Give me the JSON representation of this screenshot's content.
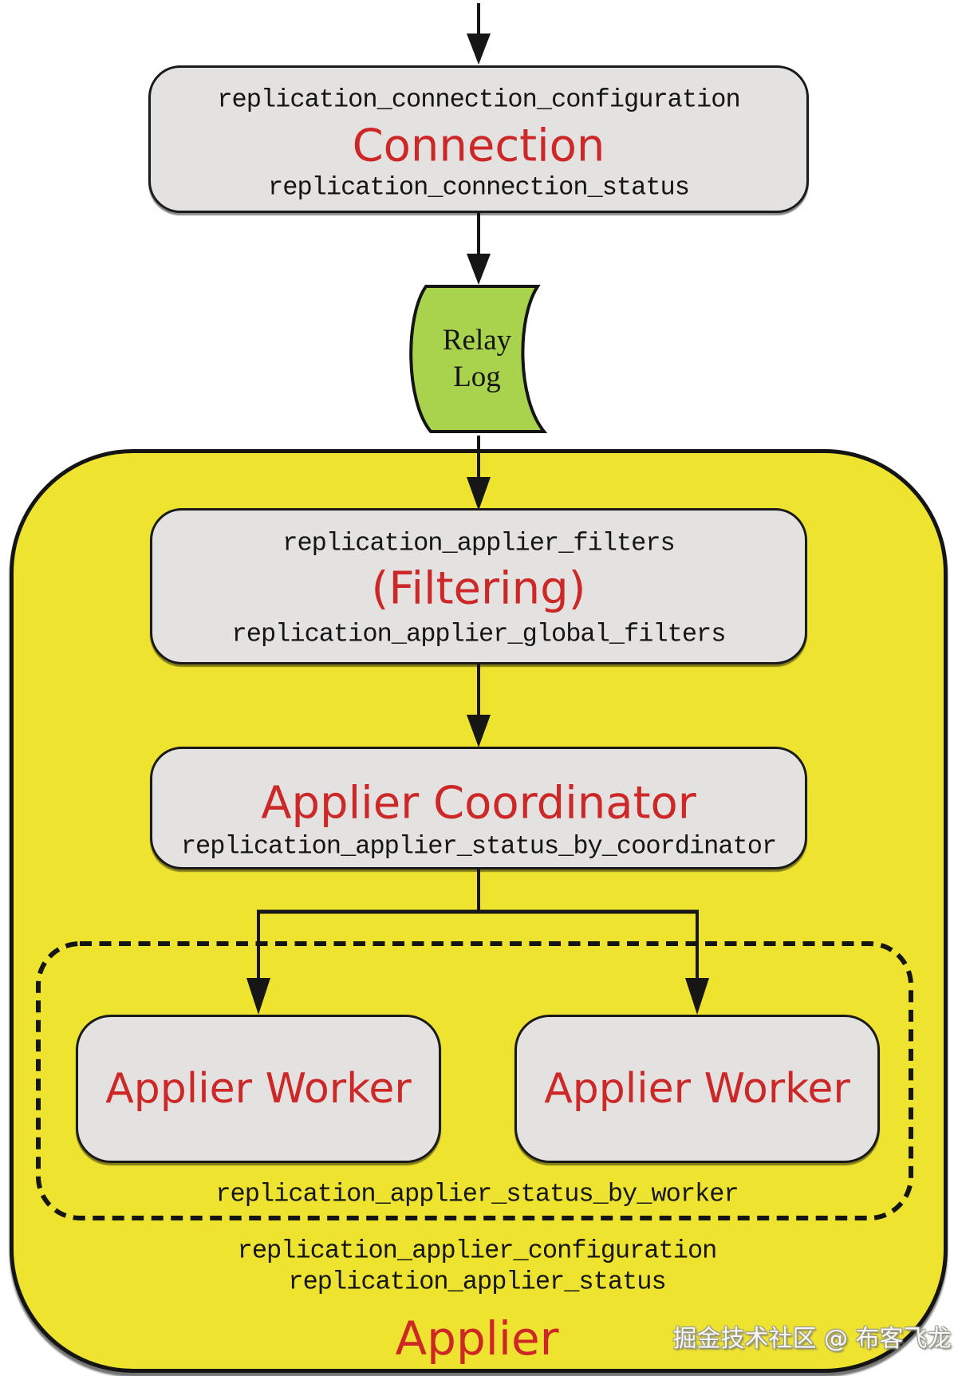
{
  "connection": {
    "top_table": "replication_connection_configuration",
    "title": "Connection",
    "bottom_table": "replication_connection_status"
  },
  "relay_log": {
    "line1": "Relay",
    "line2": "Log"
  },
  "applier": {
    "filtering": {
      "top_table": "replication_applier_filters",
      "title": "(Filtering)",
      "bottom_table": "replication_applier_global_filters"
    },
    "coordinator": {
      "title": "Applier Coordinator",
      "table": "replication_applier_status_by_coordinator"
    },
    "worker_group": {
      "left_worker": "Applier Worker",
      "right_worker": "Applier Worker",
      "table": "replication_applier_status_by_worker"
    },
    "config_table": "replication_applier_configuration",
    "status_table": "replication_applier_status",
    "title": "Applier"
  },
  "watermark": "掘金技术社区 @ 布客飞龙",
  "colors": {
    "container_yellow": "#eee32f",
    "relay_green": "#a9d24d",
    "box_gray": "#e3e2e0",
    "accent_red": "#cd2727",
    "line_black": "#161616"
  }
}
